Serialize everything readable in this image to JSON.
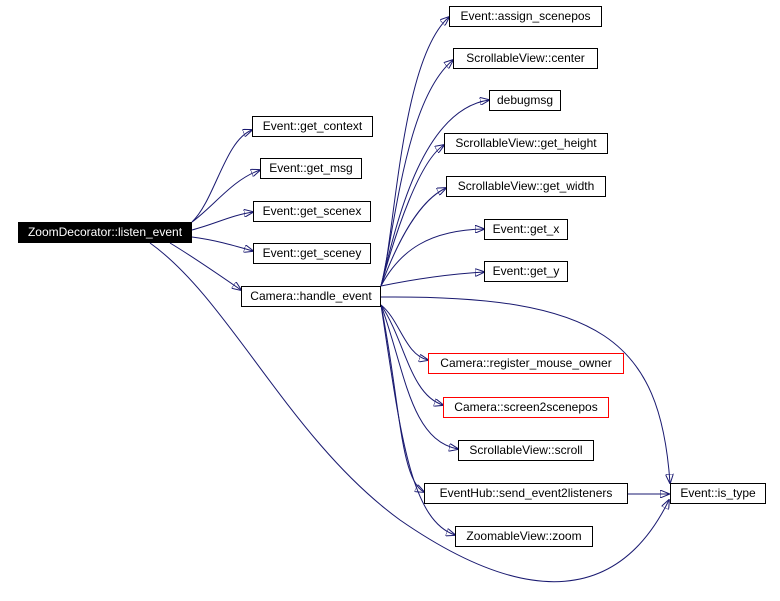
{
  "colors": {
    "edge": "#191970",
    "node_border": "#000000",
    "highlight_border": "#ff0000",
    "root_fill": "#000000",
    "root_text": "#ffffff"
  },
  "nodes": {
    "root": "ZoomDecorator::listen_event",
    "get_context": "Event::get_context",
    "get_msg": "Event::get_msg",
    "get_scenex": "Event::get_scenex",
    "get_sceney": "Event::get_sceney",
    "handle_event": "Camera::handle_event",
    "assign_scenepos": "Event::assign_scenepos",
    "center": "ScrollableView::center",
    "debugmsg": "debugmsg",
    "get_height": "ScrollableView::get_height",
    "get_width": "ScrollableView::get_width",
    "get_x": "Event::get_x",
    "get_y": "Event::get_y",
    "register_mouse_owner": "Camera::register_mouse_owner",
    "screen2scenepos": "Camera::screen2scenepos",
    "scroll": "ScrollableView::scroll",
    "send_event2listeners": "EventHub::send_event2listeners",
    "is_type": "Event::is_type",
    "zoom": "ZoomableView::zoom"
  },
  "edges": [
    [
      "root",
      "get_context"
    ],
    [
      "root",
      "get_msg"
    ],
    [
      "root",
      "get_scenex"
    ],
    [
      "root",
      "get_sceney"
    ],
    [
      "root",
      "handle_event"
    ],
    [
      "root",
      "is_type"
    ],
    [
      "handle_event",
      "assign_scenepos"
    ],
    [
      "handle_event",
      "center"
    ],
    [
      "handle_event",
      "debugmsg"
    ],
    [
      "handle_event",
      "get_height"
    ],
    [
      "handle_event",
      "get_width"
    ],
    [
      "handle_event",
      "get_x"
    ],
    [
      "handle_event",
      "get_y"
    ],
    [
      "handle_event",
      "is_type"
    ],
    [
      "handle_event",
      "register_mouse_owner"
    ],
    [
      "handle_event",
      "screen2scenepos"
    ],
    [
      "handle_event",
      "scroll"
    ],
    [
      "handle_event",
      "send_event2listeners"
    ],
    [
      "handle_event",
      "zoom"
    ],
    [
      "send_event2listeners",
      "is_type"
    ]
  ]
}
